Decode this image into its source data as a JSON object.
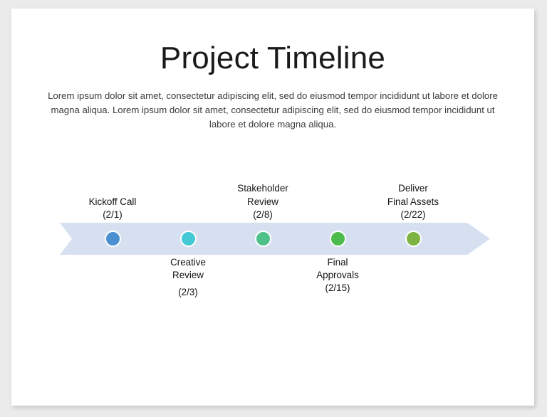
{
  "slide": {
    "title": "Project Timeline",
    "subtitle": "Lorem ipsum dolor sit amet, consectetur adipiscing elit, sed do eiusmod tempor incididunt ut labore et dolore magna aliqua. Lorem ipsum dolor sit amet, consectetur adipiscing elit, sed do eiusmod tempor incididunt ut labore et dolore magna aliqua.",
    "background_color": "#ffffff",
    "canvas_color": "#ebebeb"
  },
  "timeline": {
    "arrow_color": "#d6e0f0",
    "milestones": [
      {
        "label": "Kickoff Call",
        "date": "(2/1)",
        "color": "#4a8fd0",
        "position": "above"
      },
      {
        "label": "Creative\nReview",
        "date": "(2/3)",
        "color": "#45c9d4",
        "position": "below"
      },
      {
        "label": "Stakeholder\nReview",
        "date": "(2/8)",
        "color": "#4ec08a",
        "position": "above"
      },
      {
        "label": "Final\nApprovals",
        "date": "(2/15)",
        "color": "#4cbb4c",
        "position": "below"
      },
      {
        "label": "Deliver\nFinal Assets",
        "date": "(2/22)",
        "color": "#7cb342",
        "position": "above"
      }
    ]
  }
}
